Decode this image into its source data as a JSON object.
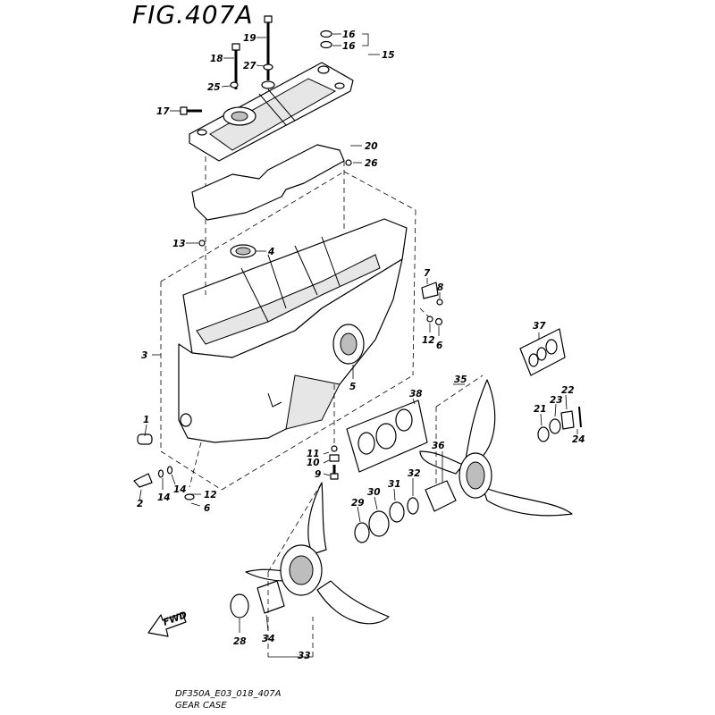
{
  "figure_title": "FIG.407A",
  "drawing_code": "DF350A_E03_018_407A",
  "drawing_name": "GEAR CASE",
  "fwd_label": "FWD",
  "callouts": [
    "1",
    "2",
    "3",
    "4",
    "5",
    "6",
    "6",
    "7",
    "8",
    "9",
    "10",
    "11",
    "12",
    "12",
    "13",
    "14",
    "14",
    "15",
    "16",
    "16",
    "17",
    "18",
    "19",
    "20",
    "21",
    "22",
    "23",
    "24",
    "25",
    "26",
    "27",
    "28",
    "29",
    "30",
    "31",
    "32",
    "33",
    "34",
    "35",
    "36",
    "37",
    "38"
  ]
}
